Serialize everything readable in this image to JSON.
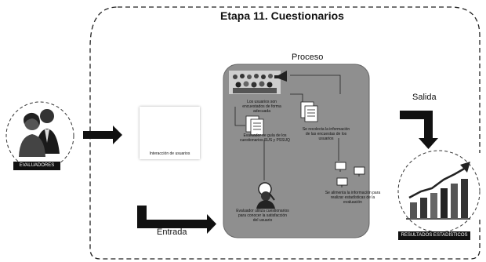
{
  "diagram": {
    "title": "Etapa 11. Cuestionarios",
    "labels": {
      "proceso": "Proceso",
      "salida": "Salida",
      "entrada": "Entrada"
    },
    "tags": {
      "evaluadores": "EVALUADORES",
      "resultados": "RESULTADOS ESTADÍSTICOS"
    },
    "steps": {
      "interaccion": "Interacción de usuarios",
      "usuarios": "Los usuarios son encuestados de forma adecuada",
      "recolecta": "Se recolecta la información de las encuestas de los usuarios",
      "guia": "Evaluador se guía de los cuestionarios SUS y PSSUQ",
      "analiza": "Se alimenta la información para realizar estadísticas de la evaluación",
      "utiliza": "Evaluador utiliza cuestionarios para conocer la satisfacción del usuario"
    },
    "colors": {
      "process_box": "#8f8f8f",
      "arrow": "#111111"
    }
  }
}
